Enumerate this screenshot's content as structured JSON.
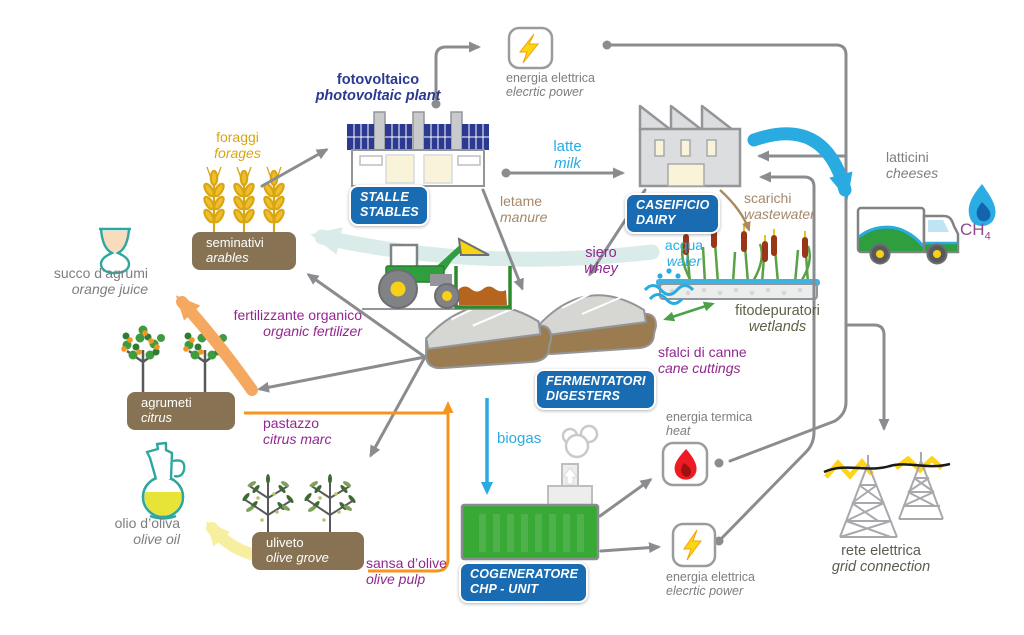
{
  "labels": {
    "pv": {
      "it": "fotovoltaico",
      "en": "photovoltaic plant"
    },
    "power_top": {
      "it": "energia elettrica",
      "en": "elecrtic power"
    },
    "foraggi": {
      "it": "foraggi",
      "en": "forages"
    },
    "latte": {
      "it": "latte",
      "en": "milk"
    },
    "letame": {
      "it": "letame",
      "en": "manure"
    },
    "scarichi": {
      "it": "scarichi",
      "en": "wastewater"
    },
    "latticini": {
      "it": "latticini",
      "en": "cheeses"
    },
    "succo": {
      "it": "succo d’agrumi",
      "en": "orange juice"
    },
    "acqua": {
      "it": "acqua",
      "en": "water"
    },
    "fitodepuratori": {
      "it": "fitodepuratori",
      "en": "wetlands"
    },
    "siero": {
      "it": "siero",
      "en": "whey"
    },
    "fertilizzante": {
      "it": "fertilizzante organico",
      "en": "organic fertilizer"
    },
    "sfalci": {
      "it": "sfalci di canne",
      "en": "cane cuttings"
    },
    "pastazzo": {
      "it": "pastazzo",
      "en": "citrus marc"
    },
    "sansa": {
      "it": "sansa d’olive",
      "en": "olive pulp"
    },
    "biogas": {
      "it": "biogas"
    },
    "heat": {
      "it": "energia termica",
      "en": "heat"
    },
    "power_bottom": {
      "it": "energia elettrica",
      "en": "elecrtic power"
    },
    "rete": {
      "it": "rete elettrica",
      "en": "grid connection"
    },
    "olio": {
      "it": "olio d’oliva",
      "en": "olive oil"
    },
    "ch4": {
      "base": "CH",
      "sub": "4"
    }
  },
  "badges": {
    "stables": {
      "it": "STALLE",
      "en": "STABLES"
    },
    "dairy": {
      "it": "CASEIFICIO",
      "en": "DAIRY"
    },
    "digesters": {
      "it": "FERMENTATORI",
      "en": "DIGESTERS"
    },
    "chp": {
      "it": "COGENERATORE",
      "en": "CHP - UNIT"
    }
  },
  "boxes": {
    "arables": {
      "it": "seminativi",
      "en": "arables"
    },
    "citrus": {
      "it": "agrumeti",
      "en": "citrus"
    },
    "olive_grove": {
      "it": "uliveto",
      "en": "olive grove"
    }
  },
  "colors": {
    "badge_blue": "#1a6cb2",
    "flow_blue": "#29abe2",
    "pv_dark_blue": "#2b3990",
    "gold": "#d9a613",
    "purple": "#93278f",
    "brown_text": "#a5886a",
    "gray_text": "#7c7e81",
    "olive_text": "#5f6147",
    "field_box_brown": "#877353",
    "connector_gray": "#8a8c8f",
    "orange_flow": "#f7941d",
    "green_flow": "#4aa147",
    "chp_green": "#39a935",
    "flame_red": "#ed1c24",
    "bolt_yellow": "#ffd411",
    "pale_water_arrow": "#d9ecea",
    "juice_arrow": "#f4a860",
    "oil_arrow": "#f7ef9f"
  }
}
